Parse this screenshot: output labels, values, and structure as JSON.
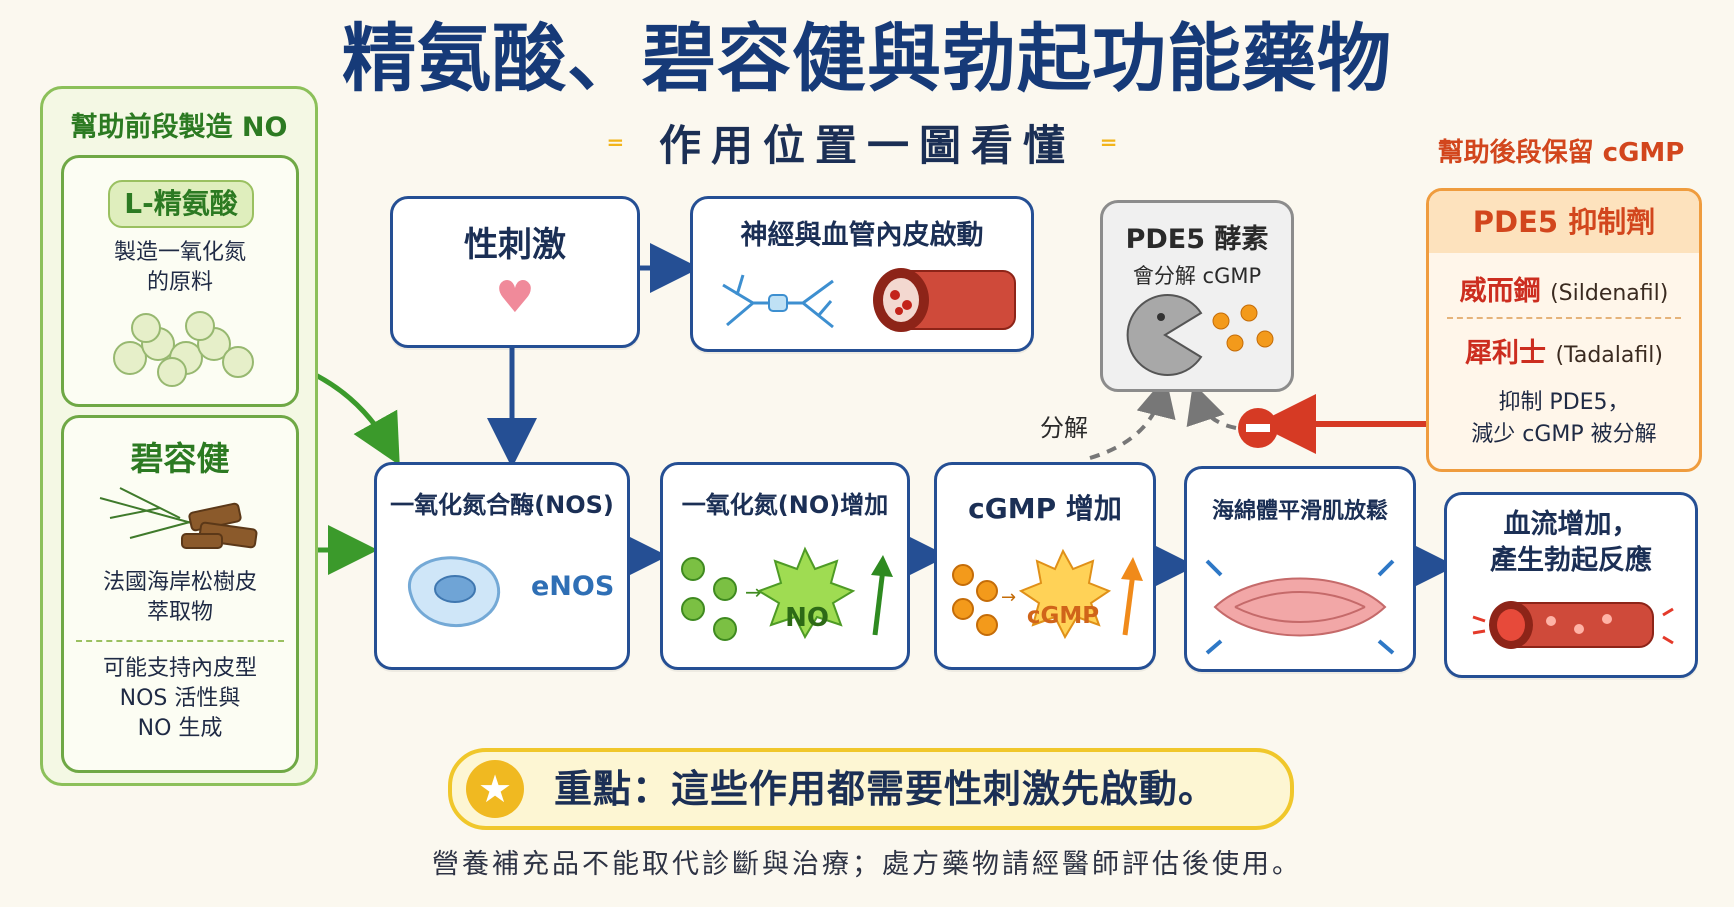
{
  "title": "精氨酸、碧容健與勃起功能藥物",
  "subtitle": "作用位置一圖看懂",
  "left_panel": {
    "heading": "幫助前段製造 NO",
    "arginine": {
      "name": "L-精氨酸",
      "desc_line1": "製造一氧化氮",
      "desc_line2": "的原料"
    },
    "pycnogenol": {
      "name": "碧容健",
      "desc_line1": "法國海岸松樹皮",
      "desc_line2": "萃取物",
      "note_line1": "可能支持內皮型",
      "note_line2": "NOS 活性與",
      "note_line3": "NO 生成"
    }
  },
  "flow": {
    "stimulation": "性刺激",
    "nerve": "神經與血管內皮啟動",
    "nos": "一氧化氮合酶(NOS)",
    "enos": "eNOS",
    "no_up": "一氧化氮(NO)增加",
    "no_label": "NO",
    "cgmp_up": "cGMP 增加",
    "cgmp_label": "cGMP",
    "relax": "海綿體平滑肌放鬆",
    "erection_line1": "血流增加，",
    "erection_line2": "產生勃起反應"
  },
  "pde": {
    "title": "PDE5 酵素",
    "subtitle": "會分解 cGMP",
    "break_label": "分解"
  },
  "right_panel": {
    "heading": "幫助後段保留 cGMP",
    "box_title": "PDE5 抑制劑",
    "drug1": "威而鋼",
    "drug1_latin": "(Sildenafil)",
    "drug2": "犀利士",
    "drug2_latin": "(Tadalafil)",
    "desc_line1": "抑制 PDE5，",
    "desc_line2": "減少 cGMP 被分解"
  },
  "keypoint": "重點：這些作用都需要性刺激先啟動。",
  "footer": "營養補充品不能取代診斷與治療；處方藥物請經醫師評估後使用。",
  "colors": {
    "navy": "#1b2f55",
    "green": "#2c7a22",
    "orange": "#d2461d",
    "gold": "#f0c72b"
  }
}
